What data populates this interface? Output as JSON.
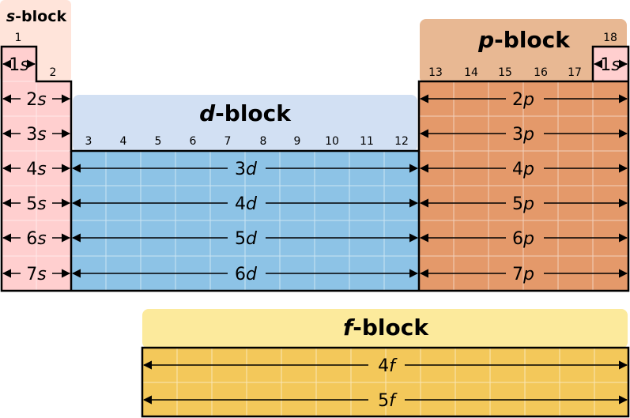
{
  "blocks": {
    "s": {
      "letter": "s",
      "suffix": "-block",
      "color": "#ffcfcf",
      "header_color": "#ffe4da"
    },
    "p": {
      "letter": "p",
      "suffix": "-block",
      "color": "#e4996a",
      "header_color": "#e8b893"
    },
    "d": {
      "letter": "d",
      "suffix": "-block",
      "color": "#8dc3e6",
      "header_color": "#d2e0f3"
    },
    "f": {
      "letter": "f",
      "suffix": "-block",
      "color": "#f3c85a",
      "header_color": "#fcea9c"
    }
  },
  "groups": {
    "g1": "1",
    "g2": "2",
    "d": [
      "3",
      "4",
      "5",
      "6",
      "7",
      "8",
      "9",
      "10",
      "11",
      "12"
    ],
    "p": [
      "13",
      "14",
      "15",
      "16",
      "17"
    ],
    "g18": "18"
  },
  "orbitals": {
    "s_left": [
      {
        "n": "1",
        "l": "s"
      },
      {
        "n": "2",
        "l": "s"
      },
      {
        "n": "3",
        "l": "s"
      },
      {
        "n": "4",
        "l": "s"
      },
      {
        "n": "5",
        "l": "s"
      },
      {
        "n": "6",
        "l": "s"
      },
      {
        "n": "7",
        "l": "s"
      }
    ],
    "s_right": {
      "n": "1",
      "l": "s"
    },
    "d": [
      {
        "n": "3",
        "l": "d"
      },
      {
        "n": "4",
        "l": "d"
      },
      {
        "n": "5",
        "l": "d"
      },
      {
        "n": "6",
        "l": "d"
      }
    ],
    "p": [
      {
        "n": "2",
        "l": "p"
      },
      {
        "n": "3",
        "l": "p"
      },
      {
        "n": "4",
        "l": "p"
      },
      {
        "n": "5",
        "l": "p"
      },
      {
        "n": "6",
        "l": "p"
      },
      {
        "n": "7",
        "l": "p"
      }
    ],
    "f": [
      {
        "n": "4",
        "l": "f"
      },
      {
        "n": "5",
        "l": "f"
      }
    ]
  }
}
